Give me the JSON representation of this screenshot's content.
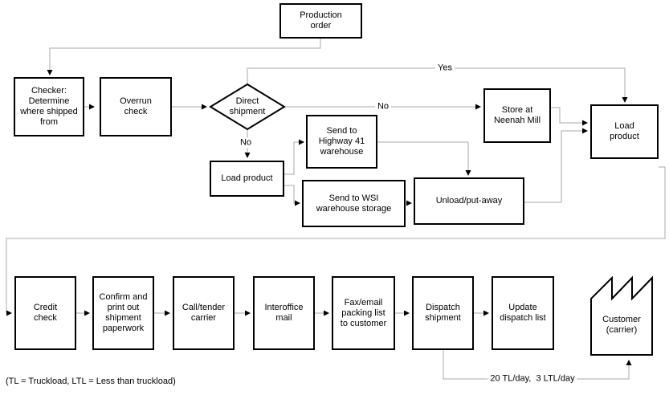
{
  "diagram": {
    "nodes": {
      "production_order": {
        "label": "Production\norder",
        "shape": "process"
      },
      "checker": {
        "label": "Checker:\nDetermine\nwhere shipped\nfrom",
        "shape": "process"
      },
      "overrun_check": {
        "label": "Overrun\ncheck",
        "shape": "process"
      },
      "direct_shipment": {
        "label": "Direct\nshipment",
        "shape": "decision"
      },
      "store_neenah_mill": {
        "label": "Store at\nNeenah Mill",
        "shape": "process"
      },
      "load_product_right": {
        "label": "Load\nproduct",
        "shape": "process"
      },
      "load_product_mid": {
        "label": "Load product",
        "shape": "process"
      },
      "send_highway41": {
        "label": "Send to\nHighway 41\nwarehouse",
        "shape": "process"
      },
      "send_wsi": {
        "label": "Send to WSI\nwarehouse storage",
        "shape": "process"
      },
      "unload_putaway": {
        "label": "Unload/put-away",
        "shape": "process"
      },
      "credit_check": {
        "label": "Credit\ncheck",
        "shape": "process"
      },
      "confirm_print": {
        "label": "Confirm and\nprint out\nshipment\npaperwork",
        "shape": "process"
      },
      "call_tender_carrier": {
        "label": "Call/tender\ncarrier",
        "shape": "process"
      },
      "interoffice_mail": {
        "label": "Interoffice\nmail",
        "shape": "process"
      },
      "fax_email_packing": {
        "label": "Fax/email\npacking list\nto customer",
        "shape": "process"
      },
      "dispatch_shipment": {
        "label": "Dispatch\nshipment",
        "shape": "process"
      },
      "update_dispatch_list": {
        "label": "Update\ndispatch list",
        "shape": "process"
      },
      "customer_carrier": {
        "label": "Customer\n(carrier)",
        "shape": "factory"
      }
    },
    "edge_labels": {
      "yes": "Yes",
      "no_to_store": "No",
      "no_to_load": "No",
      "dispatch_rate": "20 TL/day,  3 LTL/day"
    },
    "footnote": "(TL = Truckload, LTL = Less than truckload)",
    "colors": {
      "connector": "#a8a8a8",
      "shape_border": "#000000",
      "background": "#ffffff",
      "text": "#000000"
    }
  }
}
